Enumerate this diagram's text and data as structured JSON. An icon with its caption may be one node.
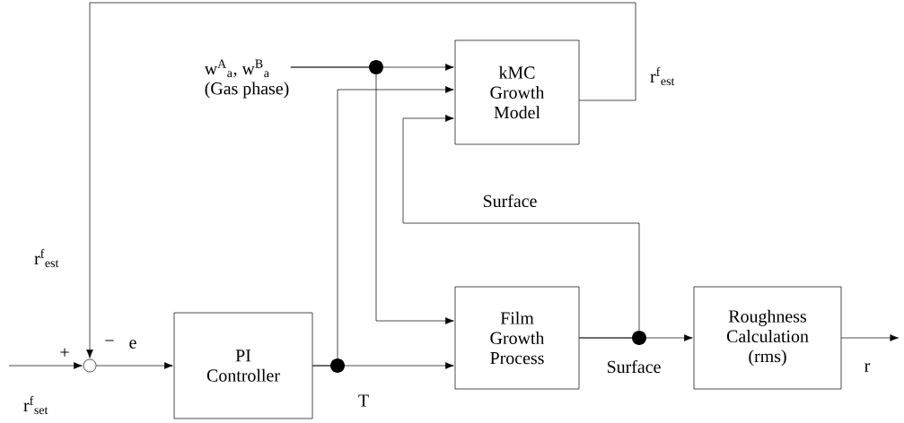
{
  "diagram": {
    "nodes": [
      {
        "text": [
          "kMC Growth Model"
        ]
      },
      {
        "text": [
          "PI Controller"
        ]
      },
      {
        "text": [
          "Film Growth Process"
        ]
      },
      {
        "text": [
          "Roughness Calculation (rms)"
        ]
      },
      {
        "text": [],
        "shape": "circle"
      },
      {
        "text": [
          "w$^{A}$$_{a}$, w$^{B}$$_{a}$",
          "(Gas phase)"
        ]
      }
    ],
    "edges": [
      {
        "from": null,
        "to": 4,
        "arrow": "to",
        "label": "r$^{f}$$_{set}$"
      },
      {
        "from": 4,
        "to": 1,
        "arrow": "to",
        "label": "e"
      },
      {
        "from": 1,
        "to": 2,
        "arrow": "to",
        "label": "T"
      },
      {
        "from": 1,
        "to": 0,
        "arrow": "to"
      },
      {
        "from": 5,
        "to": 0,
        "arrow": "to"
      },
      {
        "from": 5,
        "to": 2,
        "arrow": "to"
      },
      {
        "from": 2,
        "to": 3,
        "arrow": "to",
        "label": "Surface"
      },
      {
        "from": 2,
        "to": 0,
        "arrow": "to",
        "label": "Surface"
      },
      {
        "from": 3,
        "to": null,
        "arrow": "to",
        "label": "r"
      },
      {
        "from": 0,
        "to": 4,
        "arrow": "to",
        "label": "r$^{f}$$_{est}$"
      }
    ],
    "labels": [
      "r$^{f}$$_{est}$",
      "+",
      "−"
    ]
  }
}
